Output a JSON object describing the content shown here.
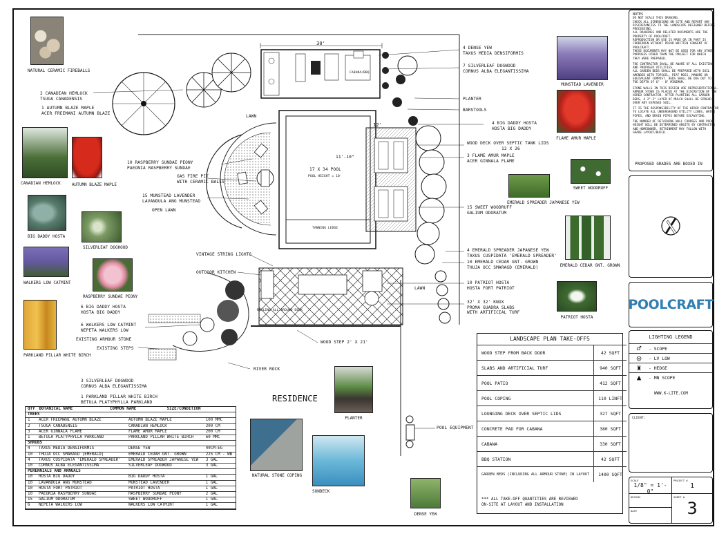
{
  "photos": [
    {
      "id": "fireballs",
      "label": "NATURAL CERAMIC FIREBALLS"
    },
    {
      "id": "hemlock",
      "label": "CANADIAN HEMLOCK"
    },
    {
      "id": "autumn_maple",
      "label": "AUTUMN BLAZE MAPLE"
    },
    {
      "id": "big_daddy",
      "label": "BIG DADDY HOSTA"
    },
    {
      "id": "silverleaf",
      "label": "SILVERLEAF DOGHOOD"
    },
    {
      "id": "catmint",
      "label": "WALKERS LOW CATMINT"
    },
    {
      "id": "peony",
      "label": "RASPBERRY SUNDAE PEONY"
    },
    {
      "id": "birch",
      "label": "PARKLAND PILLAR WHITE BIRCH"
    },
    {
      "id": "lavender",
      "label": "MUNSTEAD LAVENDER"
    },
    {
      "id": "amur",
      "label": "FLAME AMUR MAPLE"
    },
    {
      "id": "woodruff",
      "label": "SWEET WOODRUFF"
    },
    {
      "id": "spreader",
      "label": "EMERALD SPREADER JAPANESE YEW"
    },
    {
      "id": "cedar",
      "label": "EMERALD CEDAR GNT. GROWN"
    },
    {
      "id": "patriot",
      "label": "PATRIOT HOSTA"
    },
    {
      "id": "planter",
      "label": "PLANTER"
    },
    {
      "id": "coping",
      "label": "NATURAL STONE COPING"
    },
    {
      "id": "sundeck",
      "label": "SUNDECK"
    },
    {
      "id": "dense_yew",
      "label": "DENSE YEW"
    }
  ],
  "callouts": {
    "dense_yew": [
      "4 DENSE YEW",
      "TAXUS MEDIA DENSIFORMIS"
    ],
    "silverleaf_dogwood": [
      "7 SILVERLEAF DOGWOOD",
      "CORNUS ALBA ELEGANTISSIMA"
    ],
    "planter": [
      "PLANTER"
    ],
    "barstools": [
      "BARSTOOLS"
    ],
    "big_daddy": [
      "4 BIG DADDY HOSTA",
      "HOSTA BIG DADDY"
    ],
    "wood_deck": [
      "WOOD DECK OVER SEPTIC TANK LIDS",
      "12 X 26"
    ],
    "flame_amur": [
      "3 FLAME AMUR MAPLE",
      "ACER GINNALA FLAME"
    ],
    "sweet_woodruff": [
      "15 SWEET WOODRUFF",
      "GALIUM ODORATUM"
    ],
    "emerald_spreader": [
      "4 EMERALD SPREADER JAPANESE YEW",
      "TAXUS CUSPIDATA 'EMERALD SPREADER'"
    ],
    "emerald_cedar": [
      "10 EMERALD CEDAR GNT. GROWN",
      "THUJA OCC SMARAGD (EMERALD)"
    ],
    "patriot_hosta": [
      "10 PATRIOT HOSTA",
      "HOSTA FORT PATRIOT"
    ],
    "proma": [
      "32' X 32' KNOX",
      "PROMA GUADRA SLABS",
      "WITH ARTIFICIAL TURF"
    ],
    "hemlock": [
      "2 CANADIAN HEMLOCK",
      "TSUGA CANADENSIS"
    ],
    "autumn_blaze": [
      "1 AUTUMN BLAZE MAPLE",
      "ACER FREEMANI AUTUMN BLAZE"
    ],
    "peony": [
      "10 RASPBERRY SUNDAE PEONY",
      "PAEONIA RASPBERRY SUNDAE"
    ],
    "firepit": [
      "GAS FIRE PIT",
      "WITH CERAMIC BALLS"
    ],
    "lavender": [
      "15 MUNSTEAD LAVENDER",
      "LAVANDULA ANG MUNSTEAD"
    ],
    "open_lawn": [
      "OPEN LAWN"
    ],
    "string_lights": [
      "VINTAGE STRING LIGHTS"
    ],
    "outdoor_kitchen": [
      "OUTDOOR KITCHEN"
    ],
    "big_daddy_6": [
      "6 BIG DADDY HOSTA",
      "HOSTA BIG DADDY"
    ],
    "catmint": [
      "6 WALKERS LOW CATMINT",
      "NEPETA WALKERS LOW"
    ],
    "armour": [
      "EXISTING ARMOUR STONE"
    ],
    "steps": [
      "EXISTING STEPS"
    ],
    "wood_step": [
      "WOOD STEP 2' X 21'"
    ],
    "river_rock": [
      "RIVER ROCK"
    ],
    "silverleaf_3": [
      "3 SILVERLEAF DOGWOOD",
      "CORNUS ALBA ELEGANTISSIMA"
    ],
    "birch": [
      "1 PARKLAND PILLAR WHITE BIRCH",
      "BETULA PLATYPHYLLA PARKLAND"
    ],
    "pool_equipment": [
      "POOL EQUIPMENT"
    ],
    "lawn_left": [
      "LAWN"
    ],
    "lawn_right": [
      "LAWN"
    ]
  },
  "plan_labels": {
    "dim_30": "30'",
    "dim_12": "12'",
    "dim_11": "11'-10\"",
    "cabana": "CABANA/BBQ",
    "pool": "17 X 34 POOL",
    "pool_height": "POOL HEIGHT = 10'",
    "tanning_ledge": "TANNING LEDGE",
    "residence": "RESIDENCE",
    "railing": "RAILING ALL AROUND DECK"
  },
  "plant_schedule": {
    "headers": [
      "Qty",
      "Botanical Name",
      "Common Name",
      "Size/Condition"
    ],
    "sections": [
      {
        "title": "Trees",
        "rows": [
          [
            "1",
            "ACER FREEMANI AUTUMN BLAZE",
            "AUTUMN BLAZE MAPLE",
            "100 MMC"
          ],
          [
            "2",
            "TSUGA CANADENSIS",
            "CANADIAN HEMLOCK",
            "200 CM"
          ],
          [
            "3",
            "ACER GINNALA FLAME",
            "FLAME AMUR MAPLE",
            "200 CM"
          ],
          [
            "1",
            "BETULA PLATYPHYLLA PARKLAND",
            "PARKLAND PILLAR WHITE BIRCH",
            "60 MMC"
          ]
        ]
      },
      {
        "title": "Shrubs",
        "rows": [
          [
            "4",
            "TAXUS MEDIA DENSIFORMIS",
            "DENSE YEW",
            "40CM-EG"
          ],
          [
            "10",
            "THUJA OCC SMARAGD (EMERALD)",
            "EMERALD CEDAR GNT. GROWN",
            "225 CM - WB"
          ],
          [
            "4",
            "TAXUS CUSPIDATA 'EMERALD SPREADER'",
            "EMERALD SPREADER JAPANESE YEW",
            "3 GAL"
          ],
          [
            "10",
            "CORNUS ALBA ELEGANTISSIMA",
            "SILVERLEAF DOGWOOD",
            "3 GAL"
          ]
        ]
      },
      {
        "title": "Perennials and Annuals",
        "rows": [
          [
            "10",
            "HOSTA BIG DADDY",
            "BIG DADDY HOSTA",
            "1 GAL"
          ],
          [
            "10",
            "LAVANDULA ANG MUNSTEAD",
            "MUNSTEAD LAVENDER",
            "1 GAL"
          ],
          [
            "10",
            "HOSTA FORT PATRIOT",
            "PATRIOT HOSTA",
            "1 GAL"
          ],
          [
            "10",
            "PAEONIA RASPBERRY SUNDAE",
            "RASPBERRY SUNDAE PEONY",
            "2 GAL"
          ],
          [
            "15",
            "GALIUM ODORATUM",
            "SWEET WOODRUFF",
            "1 GAL"
          ],
          [
            "6",
            "NEPETA WALKERS LOW",
            "WALKERS LOW CATMINT",
            "1 GAL"
          ]
        ]
      }
    ]
  },
  "takeoffs": {
    "title": "LANDSCAPE PLAN TAKE-OFFS",
    "rows": [
      [
        "WOOD STEP FROM BACK DOOR",
        "42 SQFT"
      ],
      [
        "SLABS AND ARTIFICIAL TURF",
        "940 SQFT"
      ],
      [
        "POOL PATIO",
        "412 SQFT"
      ],
      [
        "POOL COPING",
        "110 LINFT"
      ],
      [
        "LOUNGING DECK OVER SEPTIC LIDS",
        "327 SQFT"
      ],
      [
        "CONCRETE PAD FOR CABANA",
        "380 SQFT"
      ],
      [
        "CABANA",
        "330 SQFT"
      ],
      [
        "BBQ STATION",
        "42 SQFT"
      ],
      [
        "GARDEN BEDS (INCLUDING ALL ARMOUR STONE) IN LAYOUT",
        "1400 SQFT"
      ]
    ],
    "footer": [
      "*** ALL TAKE-OFF QUANTITIES ARE REVIEWED",
      "ON-SITE AT LAYOUT AND INSTALLATION"
    ]
  },
  "notes": {
    "title": "NOTES",
    "lines": [
      "DO NOT SCALE THIS DRAWING.",
      "CHECK ALL DIMENSIONS ON SITE AND REPORT ANY",
      "DISCREPANCIES TO THE LANDSCAPE DESIGNER BEFORE",
      "PROCEEDING.",
      "ALL DRAWINGS AND RELATED DOCUMENTS ARE THE",
      "PROPERTY OF POOLCRAFT.",
      "REPRODUCTION OR USE IS MADE OR IN PART IS",
      "FORBIDDEN WITHOUT PRIOR WRITTEN CONSENT OF",
      "POOLCRAFT.",
      "THESE DOCUMENTS MAY NOT BE USED FOR ANY OTHER",
      "PURPOSES OTHER THAN THE PROJECT FOR WHICH",
      "THEY WERE PREPARED.",
      "",
      "THE CONTRACTOR SHALL BE AWARE OF ALL EXISTING",
      "AND PROPOSED UTILITIES.",
      "ALL GARDEN BEDS SHALL BE PREPARED WITH SOIL",
      "AMENDED WITH TOPSOIL, PEAT MOSS, MANURE OR",
      "EQUIVALENT COMPOST. BEDS SHALL BE DUG OUT TO",
      "THE DEPTH OF 6\" - 8\" MINIMUM.",
      "",
      "STONE WALLS IN THIS DESIGN ARE REPRESENTATIONAL.",
      "ARMOUR STONE IS PLACED AT THE DISCRETION OF THE",
      "HIRED CONTRACTOR. AFTER PLANTING ALL GARDEN",
      "BEDS, A 2\"-3\" LAYER OF MULCH SHALL BE SPREAD",
      "OVER ANY EXPOSED SOIL.",
      "",
      "IT IS THE RESPONSIBILITY OF THE HIRED CONTRACTOR",
      "TO LOCATE ALL UNDERGROUND UTILITY LINES, WATER",
      "PIPES, AND DRAIN PIPES BEFORE EXCAVATING.",
      "",
      "THE NUMBER OF RETAINING WALL COURSES AND POOL",
      "HEIGHT WILL BE DETERMINED ONSITE BY CONTRACTOR",
      "AND HOMEOWNER. RETAINMENT MAY FOLLOW WITH",
      "GRADE LAYOUT/BUILD."
    ],
    "grades": "PROPOSED GRADES ARE BOXED IN"
  },
  "logo": {
    "text": "POOLCRAFT",
    "color": "#2f7fb3"
  },
  "lighting_legend": {
    "title": "LIGHTING LEGEND",
    "rows": [
      [
        "♂",
        "- SCOPE"
      ],
      [
        "◎",
        "- LV LOW"
      ],
      [
        "♜",
        "- HEDGE"
      ],
      [
        "▲",
        "- MN SCOPE"
      ]
    ],
    "url": "WWW.K-LITE.COM"
  },
  "title_block": {
    "client_label": "CLIENT:",
    "scale_label": "SCALE",
    "scale": "1/8\" = 1'- 0\"",
    "project_label": "PROJECT #",
    "project": "1",
    "design_label": "DESIGN",
    "date_label": "DATE",
    "sheet_label": "SHEET #",
    "sheet": "3"
  },
  "colors": {
    "lavender": "#8b7bb8",
    "red_maple": "#c8231e",
    "green": "#4d7a3a",
    "blue": "#2f7fb3",
    "pink": "#e39ab0"
  }
}
